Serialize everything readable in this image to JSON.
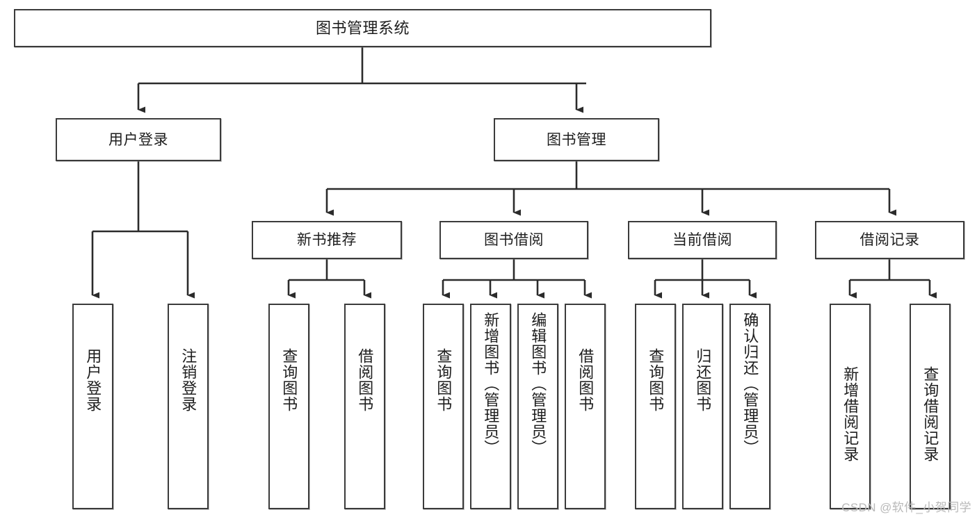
{
  "diagram": {
    "title": "图书管理系统",
    "type": "tree-hierarchy-chart",
    "orientation": "top-down",
    "colors": {
      "box_border": "#3b3b3b",
      "box_fill": "#ffffff",
      "connector": "#2b2b2b",
      "text": "#1d1d1d",
      "watermark": "#b9b9b9",
      "background": "#ffffff"
    },
    "root": {
      "label": "图书管理系统"
    },
    "level2": [
      {
        "label": "用户登录"
      },
      {
        "label": "图书管理"
      }
    ],
    "level3": [
      {
        "label": "新书推荐"
      },
      {
        "label": "图书借阅"
      },
      {
        "label": "当前借阅"
      },
      {
        "label": "借阅记录"
      }
    ],
    "leaves": {
      "user_login": [
        {
          "label": "用户登录"
        },
        {
          "label": "注销登录"
        }
      ],
      "new_book_recommend": [
        {
          "label": "查询图书"
        },
        {
          "label": "借阅图书"
        }
      ],
      "book_borrow": [
        {
          "label": "查询图书"
        },
        {
          "label": "新增图书（管理员）"
        },
        {
          "label": "编辑图书（管理员）"
        },
        {
          "label": "借阅图书"
        }
      ],
      "current_borrow": [
        {
          "label": "查询图书"
        },
        {
          "label": "归还图书"
        },
        {
          "label": "确认归还（管理员）"
        }
      ],
      "borrow_record": [
        {
          "label": "新增借阅记录"
        },
        {
          "label": "查询借阅记录"
        }
      ]
    }
  },
  "watermark": {
    "text": "CSDN @软件_小贺同学"
  }
}
